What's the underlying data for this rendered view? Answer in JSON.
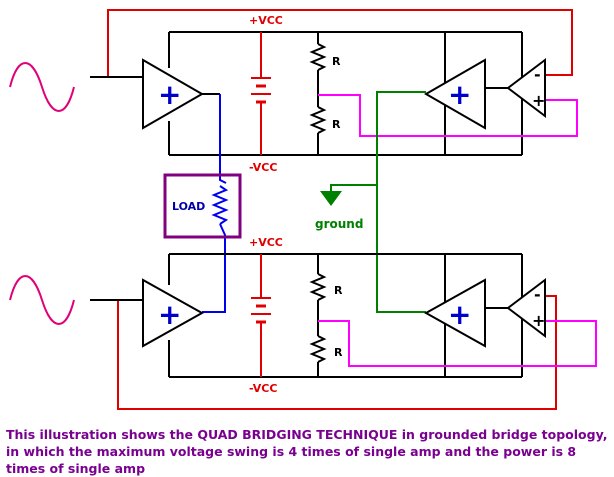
{
  "labels": {
    "vcc_pos_top": "+VCC",
    "vcc_neg_top": "-VCC",
    "vcc_pos_bottom": "+VCC",
    "vcc_neg_bottom": "-VCC",
    "r_top_upper": "R",
    "r_top_lower": "R",
    "r_bottom_upper": "R",
    "r_bottom_lower": "R",
    "load": "LOAD",
    "ground": "ground",
    "plus": "+",
    "minus": "-"
  },
  "colors": {
    "wire": "#000000",
    "supply": "#e00000",
    "load_wire": "#0000ee",
    "feedback": "#ff00ff",
    "ground": "#008000",
    "amp_plus": "#0000cc",
    "load_box": "#800080",
    "caption": "#7a0090"
  },
  "caption": "This illustration shows the QUAD BRIDGING TECHNIQUE in grounded bridge topology, in which the maximum voltage swing is 4 times of single amp and the power is 8 times of single amp"
}
